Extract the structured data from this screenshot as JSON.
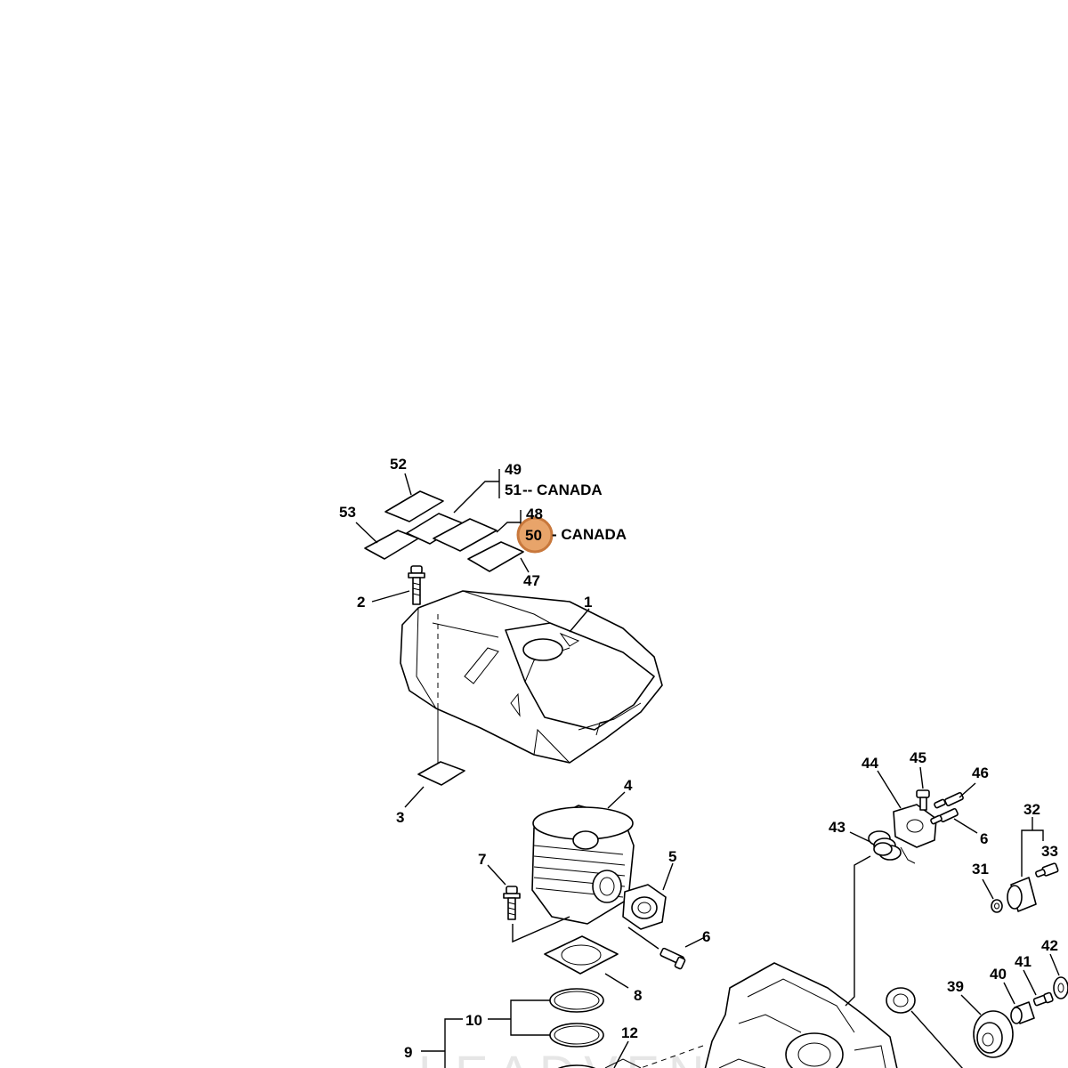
{
  "diagram": {
    "watermark": "LEADVENTURE",
    "labels": {
      "p1": "1",
      "p2": "2",
      "p3": "3",
      "p4": "4",
      "p5": "5",
      "p6a": "6",
      "p6b": "6",
      "p7": "7",
      "p8": "8",
      "p9": "9",
      "p10": "10",
      "p12": "12",
      "p31": "31",
      "p32": "32",
      "p33": "33",
      "p39": "39",
      "p40": "40",
      "p41": "41",
      "p42": "42",
      "p43": "43",
      "p44": "44",
      "p45": "45",
      "p46": "46",
      "p47": "47",
      "p48": "48",
      "p49": "49",
      "p50": "50",
      "p51": "51",
      "p52": "52",
      "p53": "53"
    },
    "notes": {
      "canada_a": "-- CANADA",
      "canada_b": "- CANADA"
    },
    "highlight": {
      "label": "50",
      "color": "#e8a46a",
      "border": "#c8783c"
    }
  }
}
